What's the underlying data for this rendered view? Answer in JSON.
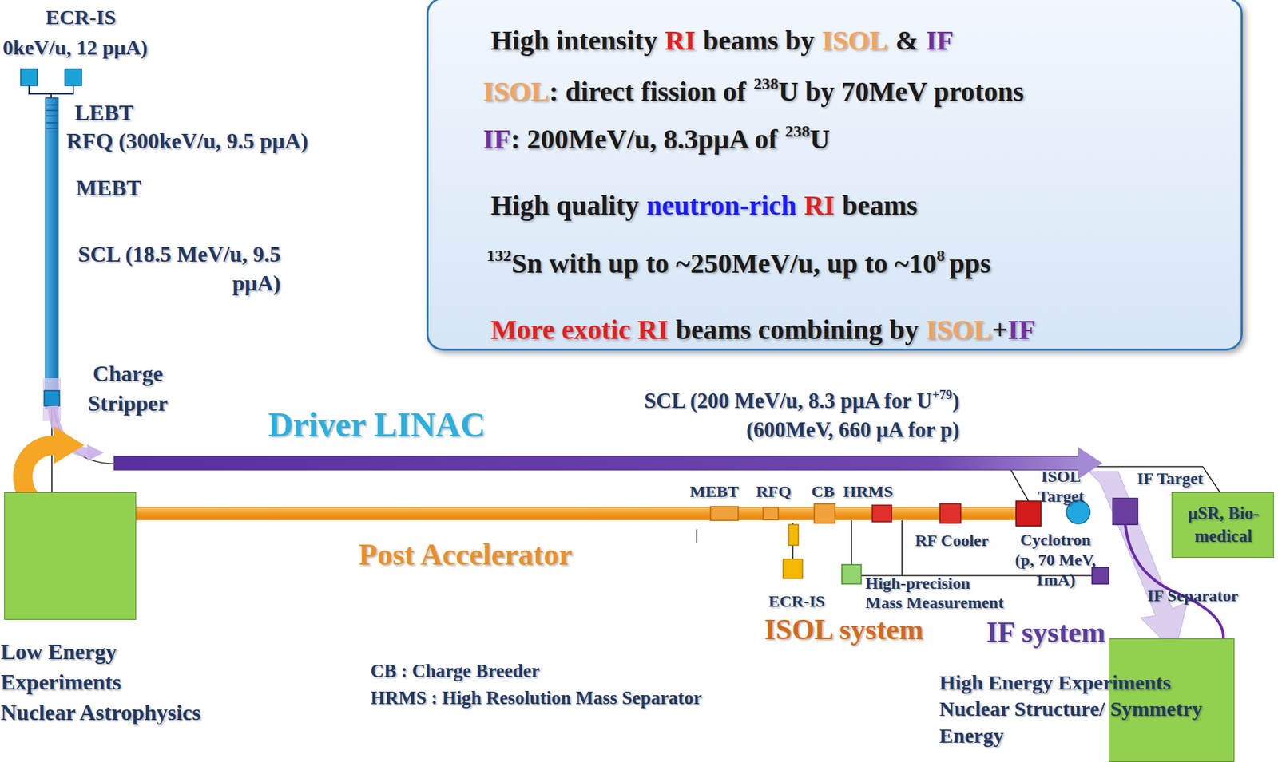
{
  "diagram": {
    "nodes": [
      {
        "text": [
          "High intensity",
          "RI",
          "beams by",
          "ISOL",
          "&",
          "IF",
          "ISOL",
          ": direct fission of",
          "238",
          "U by 70MeV protons",
          "IF",
          ": 200MeV/u, 8.3pμA of",
          "238",
          "U",
          "High quality",
          "neutron-rich",
          "RI",
          "beams",
          "132",
          "Sn with up to ~250MeV/u, up to ~10",
          "8",
          "pps",
          "More exotic RI",
          "beams combining by",
          "ISOL",
          "+",
          "IF"
        ]
      },
      {
        "text": [
          "Low Energy Experiments Nuclear Astrophysics"
        ]
      },
      {
        "text": [
          "μSR, Bio-medical"
        ]
      },
      {
        "text": [
          "High Energy Experiments Nuclear Structure/ Symmetry Energy"
        ]
      }
    ],
    "labels": [
      "ECR-IS",
      "0keV/u, 12 pμA)",
      "LEBT",
      "RFQ (300keV/u, 9.5 pμA)",
      "MEBT",
      "SCL (18.5 MeV/u, 9.5 pμA)",
      "Charge Stripper",
      "Driver LINAC",
      "SCL (200 MeV/u, 8.3 pμA for U",
      "+79",
      ")",
      "(600MeV, 660 μA for p)",
      "Post Accelerator",
      "MEBT",
      "RFQ",
      "CB",
      "HRMS",
      "RF Cooler",
      "ISOL Target",
      "Cyclotron (p, 70 MeV, 1mA)",
      "IF Target",
      "IF Separator",
      "High-precision Mass Measurement",
      "ECR-IS",
      "ISOL system",
      "IF system",
      "CB : Charge Breeder",
      "HRMS : High Resolution Mass Separator"
    ]
  }
}
